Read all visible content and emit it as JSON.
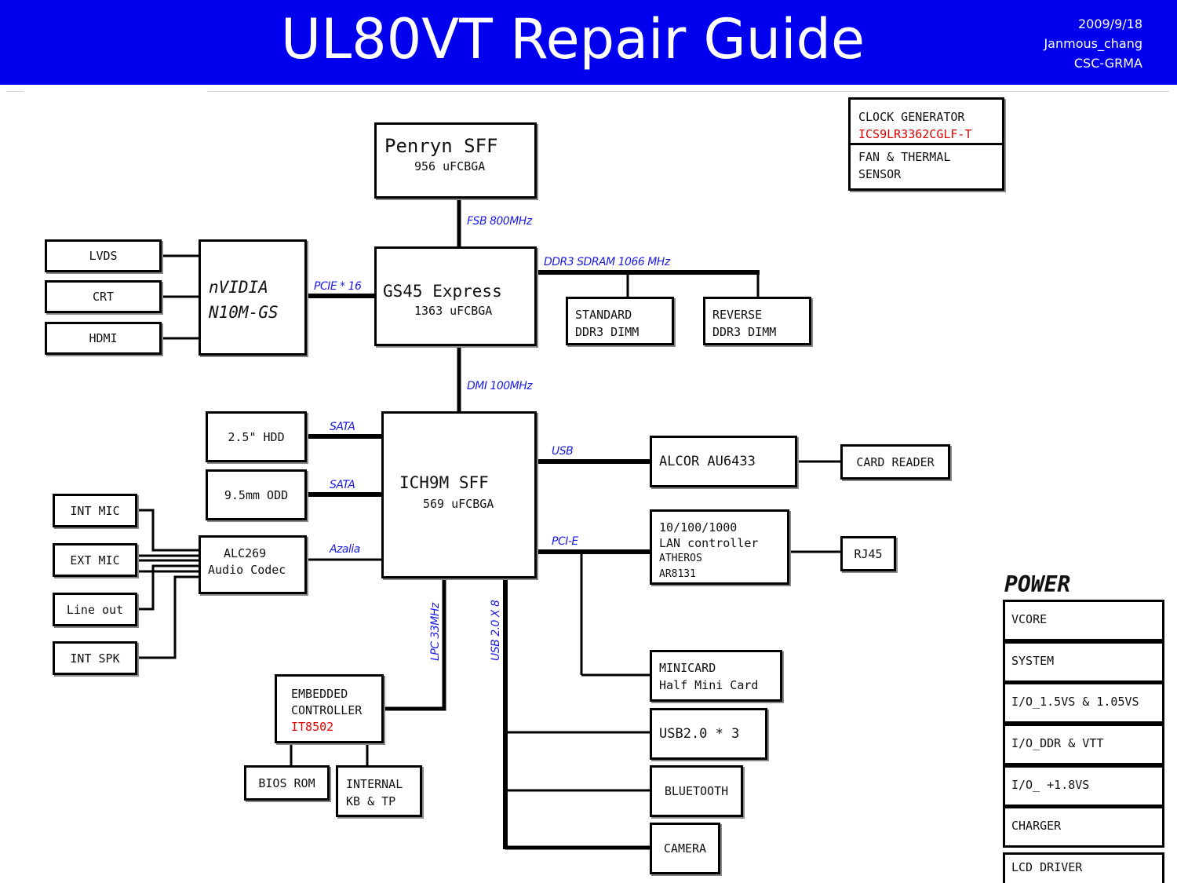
{
  "header": {
    "title": "UL80VT Repair Guide",
    "date": "2009/9/18",
    "author": "Janmous_chang",
    "org": "CSC-GRMA"
  },
  "clock": {
    "line1": "CLOCK GENERATOR",
    "part": "ICS9LR3362CGLF-T",
    "line3": "FAN & THERMAL",
    "line4": "SENSOR"
  },
  "cpu": {
    "name": "Penryn SFF",
    "pkg": "956 uFCBGA"
  },
  "nb": {
    "name": "GS45 Express",
    "pkg": "1363 uFCBGA"
  },
  "sb": {
    "name": "ICH9M SFF",
    "pkg": "569 uFCBGA"
  },
  "gpu": {
    "line1": "nVIDIA",
    "line2": "N10M-GS"
  },
  "display": {
    "lvds": "LVDS",
    "crt": "CRT",
    "hdmi": "HDMI"
  },
  "dimm": {
    "std1": "STANDARD",
    "std2": "DDR3 DIMM",
    "rev1": "REVERSE",
    "rev2": "DDR3 DIMM"
  },
  "storage": {
    "hdd": "2.5\" HDD",
    "odd": "9.5mm ODD"
  },
  "audio": {
    "codec1": "ALC269",
    "codec2": "Audio Codec",
    "int_mic": "INT MIC",
    "ext_mic": "EXT MIC",
    "line_out": "Line out",
    "int_spk": "INT SPK"
  },
  "card": {
    "alcor": "ALCOR AU6433",
    "reader": "CARD READER"
  },
  "lan": {
    "line1": "10/100/1000",
    "line2": "LAN controller",
    "line3": "ATHEROS",
    "line4": "AR8131",
    "rj45": "RJ45"
  },
  "ec": {
    "line1": "EMBEDDED",
    "line2": "CONTROLLER",
    "part": "IT8502",
    "bios": "BIOS ROM",
    "kb1": "INTERNAL",
    "kb2": "KB & TP"
  },
  "usbdev": {
    "mini1": "MINICARD",
    "mini2": "Half Mini Card",
    "usb": "USB2.0 * 3",
    "bt": "BLUETOOTH",
    "cam": "CAMERA"
  },
  "buses": {
    "fsb": "FSB 800MHz",
    "ddr3": "DDR3 SDRAM 1066 MHz",
    "pcie16": "PCIE * 16",
    "dmi": "DMI 100MHz",
    "sata1": "SATA",
    "sata2": "SATA",
    "azalia": "Azalia",
    "usb": "USB",
    "pcie": "PCI-E",
    "lpc": "LPC 33MHz",
    "usb20": "USB 2.0 X 8"
  },
  "power": {
    "title": "POWER",
    "rows": [
      "VCORE",
      "SYSTEM",
      "I/O_1.5VS & 1.05VS",
      "I/O_DDR & VTT",
      "I/O_ +1.8VS",
      "CHARGER",
      "LCD DRIVER"
    ]
  },
  "colors": {
    "header_bg": "#0000ee",
    "bus_label": "#1a1ae6",
    "part_red": "#e00000"
  }
}
